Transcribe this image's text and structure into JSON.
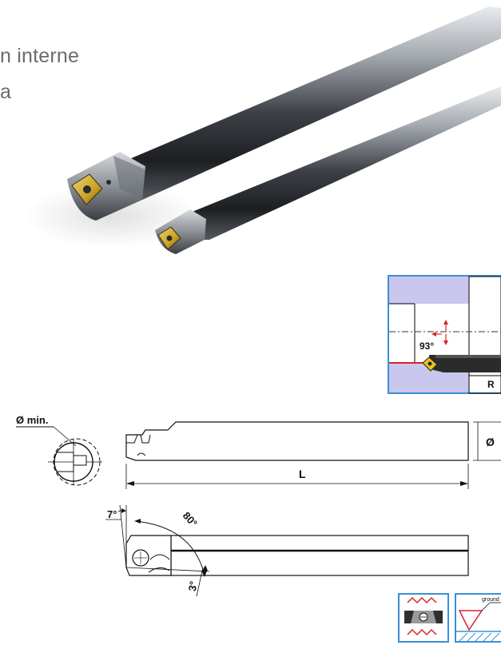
{
  "heading": {
    "line1": "n interne",
    "line2": "a"
  },
  "mounting_diagram": {
    "angle_label": "93°",
    "hand_label": "R"
  },
  "technical_drawing": {
    "min_diameter_label": "Ø min.",
    "length_label": "L",
    "diameter_symbol": "Ø",
    "angle_7": "7°",
    "angle_80": "80°",
    "angle_3": "3°"
  },
  "icons": {
    "ground_label": "ground"
  },
  "colors": {
    "frame_blue": "#3a8fd6",
    "panel_lavender": "#c9c7ee",
    "accent_red": "#d8232a",
    "insert_gold": "#c9a227"
  }
}
